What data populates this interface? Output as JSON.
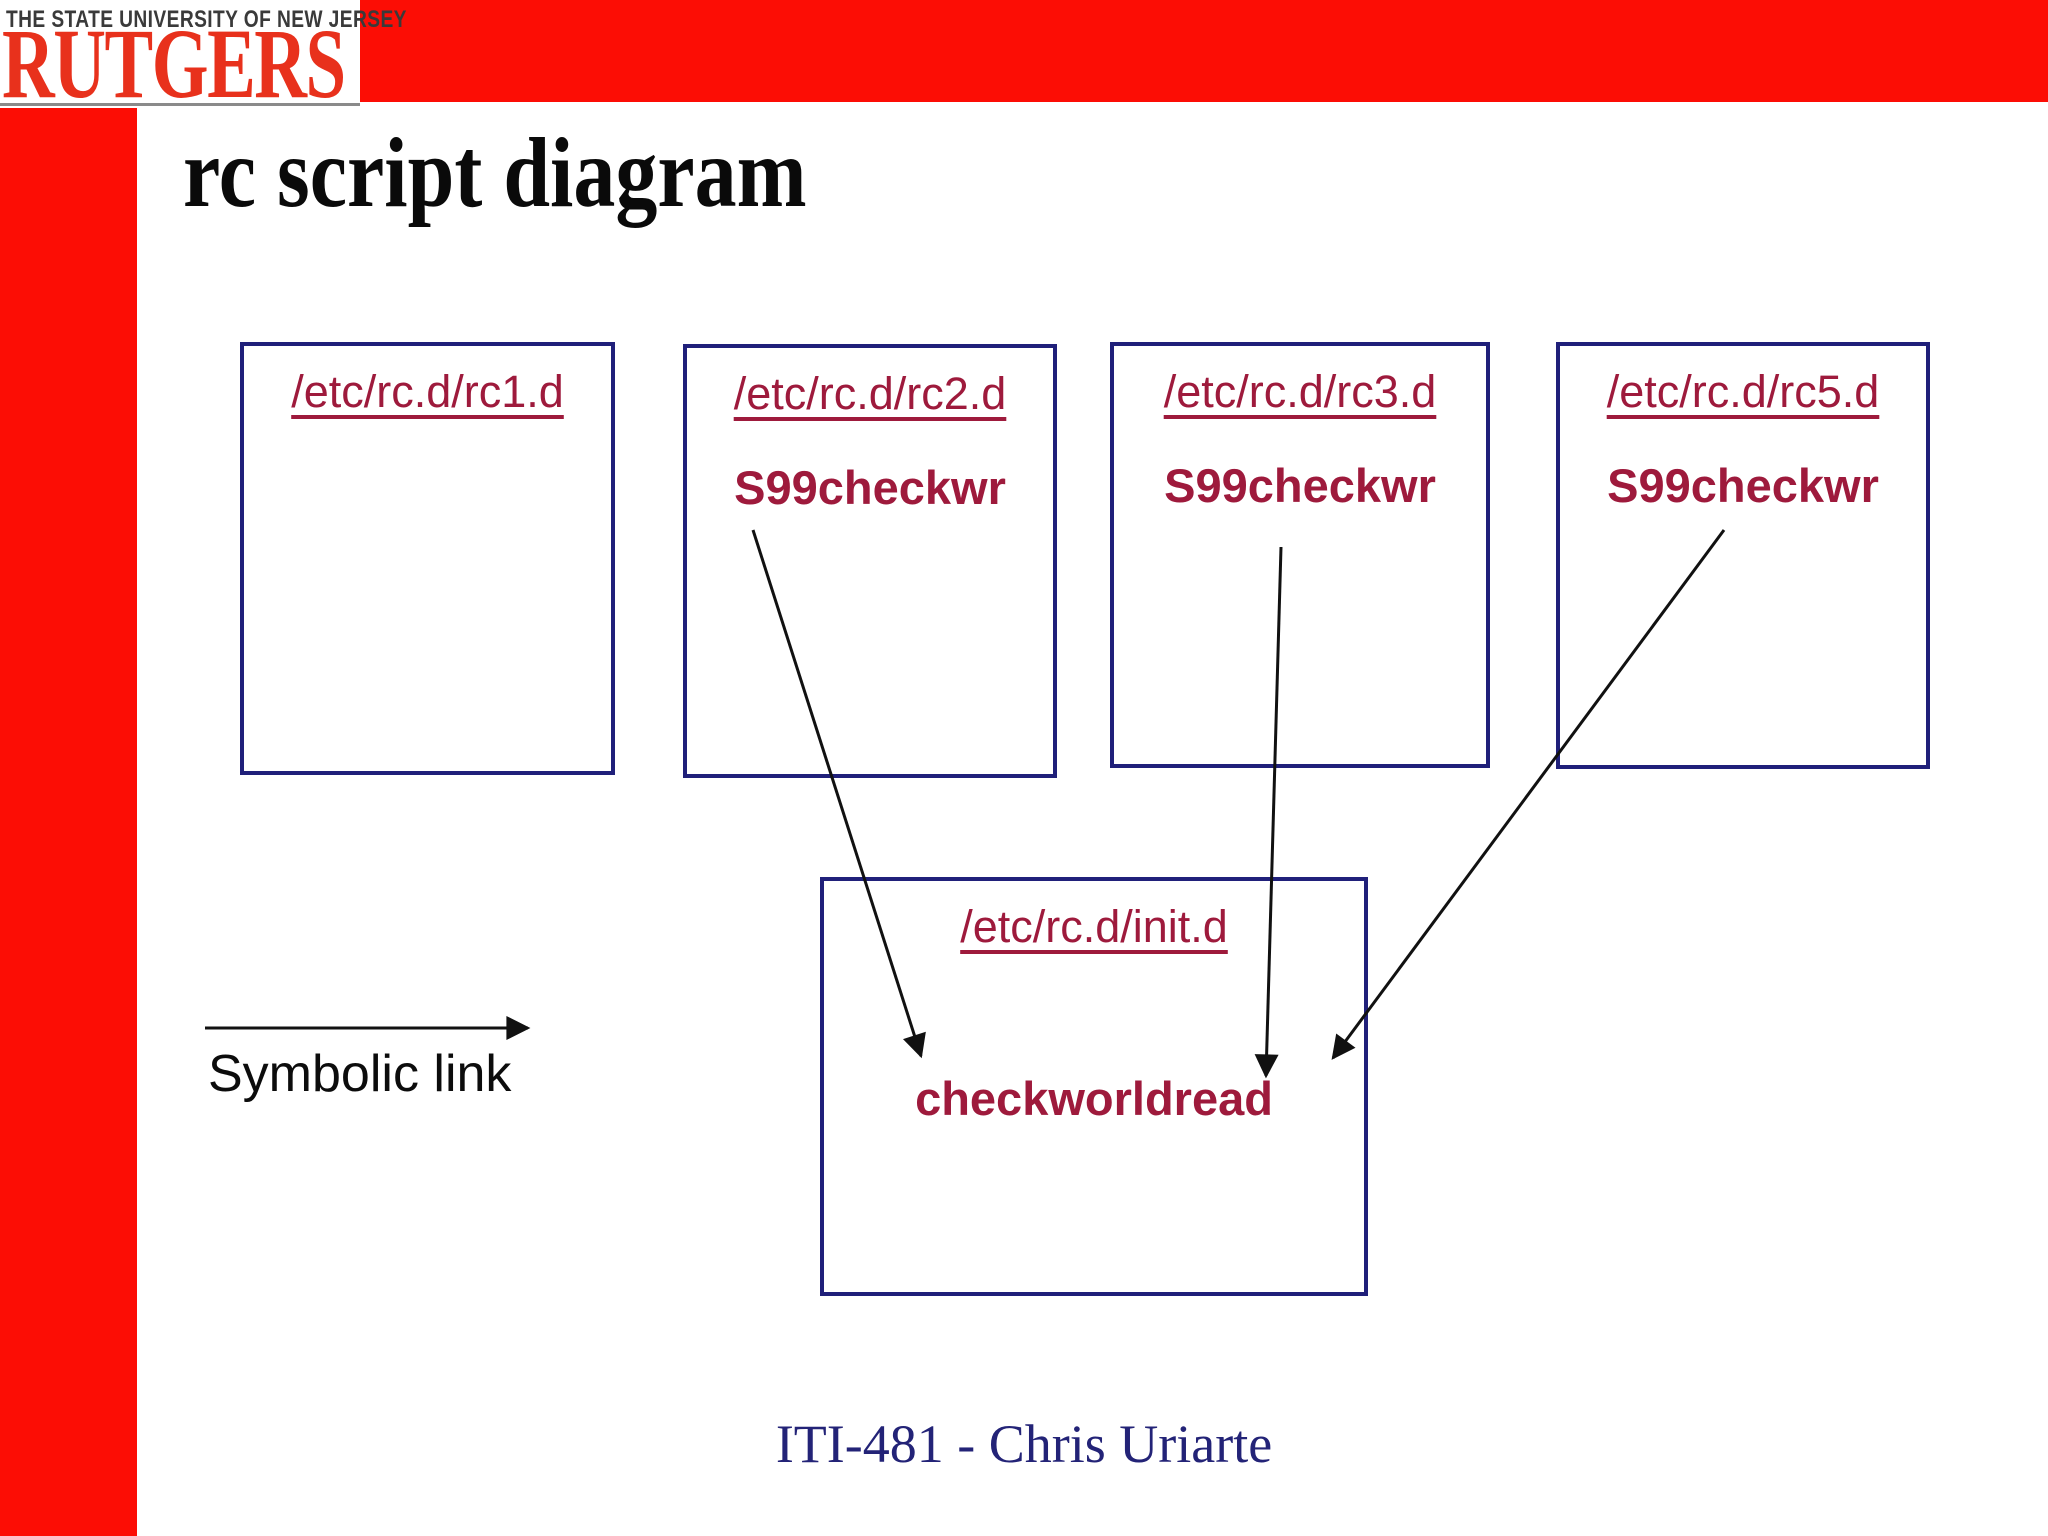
{
  "logo": {
    "tagline": "THE STATE UNIVERSITY OF NEW JERSEY",
    "wordmark": "RUTGERS"
  },
  "slide": {
    "title": "rc script diagram",
    "footer": "ITI-481 - Chris Uriarte"
  },
  "legend": {
    "label": "Symbolic link"
  },
  "boxes": [
    {
      "id": "rc1",
      "header": "/etc/rc.d/rc1.d",
      "entry": ""
    },
    {
      "id": "rc2",
      "header": "/etc/rc.d/rc2.d",
      "entry": "S99checkwr"
    },
    {
      "id": "rc3",
      "header": "/etc/rc.d/rc3.d",
      "entry": "S99checkwr"
    },
    {
      "id": "rc5",
      "header": "/etc/rc.d/rc5.d",
      "entry": "S99checkwr"
    },
    {
      "id": "init",
      "header": "/etc/rc.d/init.d",
      "entry": "checkworldread"
    }
  ],
  "connections": [
    {
      "from": "rc2.d:S99checkwr",
      "to": "init.d:checkworldread",
      "type": "symbolic link"
    },
    {
      "from": "rc3.d:S99checkwr",
      "to": "init.d:checkworldread",
      "type": "symbolic link"
    },
    {
      "from": "rc5.d:S99checkwr",
      "to": "init.d:checkworldread",
      "type": "symbolic link"
    }
  ],
  "colors": {
    "bar_red": "#fc0d05",
    "logo_red": "#e8311c",
    "maroon_text": "#9e1a3c",
    "box_border_navy": "#20207a",
    "footer_navy": "#232377",
    "title_black": "#0a0a0a"
  }
}
